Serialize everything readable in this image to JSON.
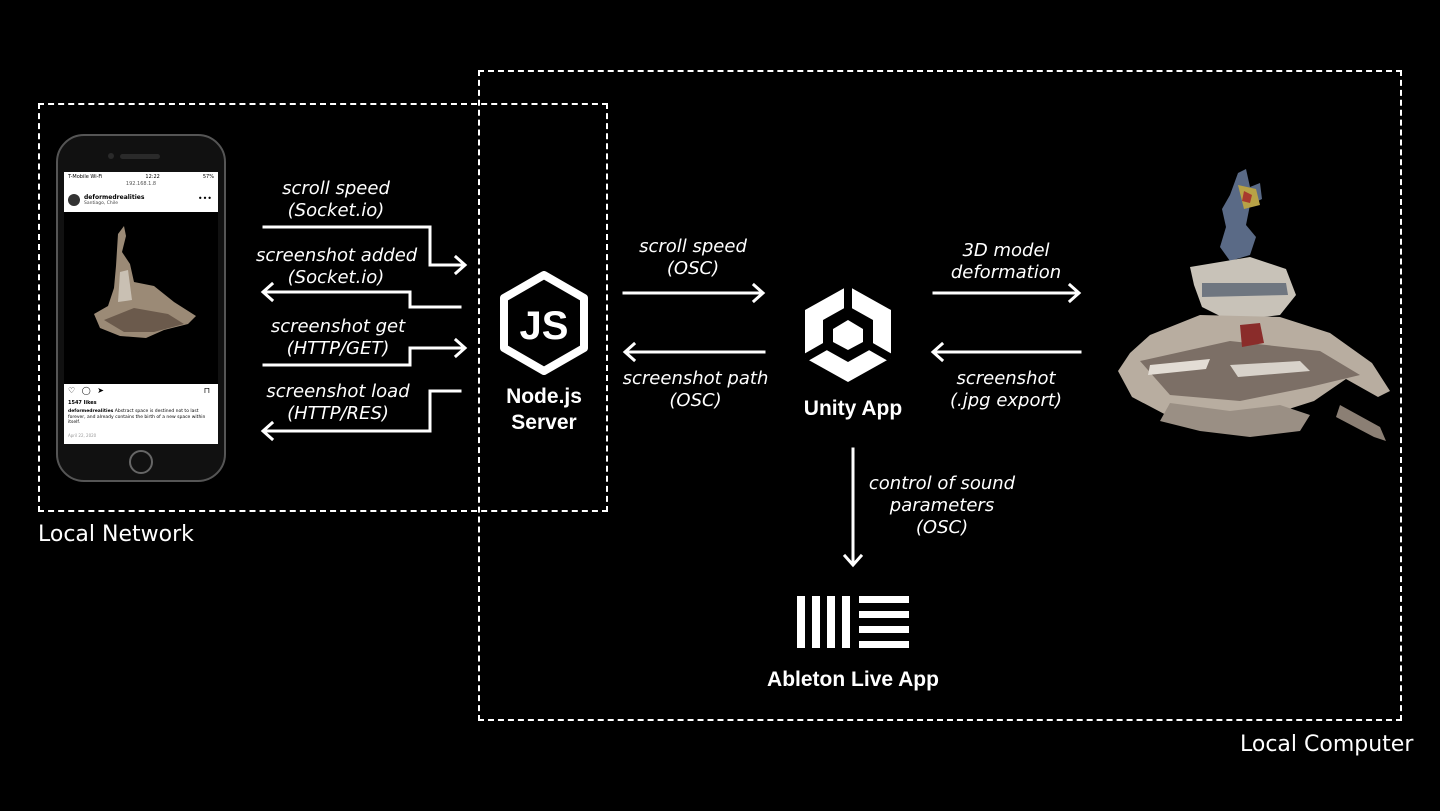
{
  "boxes": {
    "network_label": "Local Network",
    "computer_label": "Local Computer"
  },
  "nodes": {
    "server": {
      "line1": "Node.js",
      "line2": "Server",
      "icon": "nodejs-icon"
    },
    "unity": {
      "title": "Unity App",
      "icon": "unity-icon"
    },
    "ableton": {
      "title": "Ableton Live App",
      "icon": "ableton-icon"
    }
  },
  "phone": {
    "carrier": "T-Mobile Wi-Fi",
    "time": "12:22",
    "battery": "57%",
    "url": "192.168.1.8",
    "username": "deformedrealities",
    "location": "Santiago, Chile",
    "likes": "1547 likes",
    "caption_user": "deformedrealities",
    "caption_text": "Abstract space is destined not to last forever, and already contains the birth of a new space within itself.",
    "date": "April 22, 2020"
  },
  "edges": {
    "scroll_speed_socket": [
      "scroll speed",
      "(Socket.io)"
    ],
    "screenshot_added": [
      "screenshot added",
      "(Socket.io)"
    ],
    "screenshot_get": [
      "screenshot get",
      "(HTTP/GET)"
    ],
    "screenshot_load": [
      "screenshot load",
      "(HTTP/RES)"
    ],
    "scroll_speed_osc": [
      "scroll speed",
      "(OSC)"
    ],
    "screenshot_path": [
      "screenshot path",
      "(OSC)"
    ],
    "model_deformation": [
      "3D model",
      "deformation"
    ],
    "screenshot_export": [
      "screenshot",
      "(.jpg export)"
    ],
    "sound_control": [
      "control of sound",
      "parameters",
      "(OSC)"
    ]
  }
}
